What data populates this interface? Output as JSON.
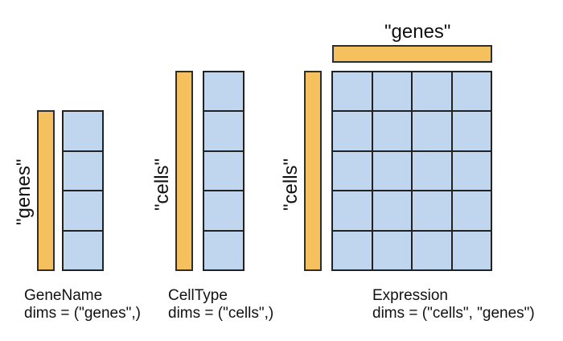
{
  "panels": [
    {
      "name": "GeneName",
      "dims_text": "dims = (\"genes\",)",
      "axis_label": "\"genes\"",
      "rows": 4,
      "cols": 1
    },
    {
      "name": "CellType",
      "dims_text": "dims = (\"cells\",)",
      "axis_label": "\"cells\"",
      "rows": 5,
      "cols": 1
    },
    {
      "name": "Expression",
      "dims_text": "dims = (\"cells\",  \"genes\")",
      "row_axis_label": "\"cells\"",
      "col_axis_label": "\"genes\"",
      "rows": 5,
      "cols": 4
    }
  ],
  "colors": {
    "dim_bar": "#f5c15e",
    "cell": "#c0d6ee",
    "grid_line": "#222222"
  }
}
